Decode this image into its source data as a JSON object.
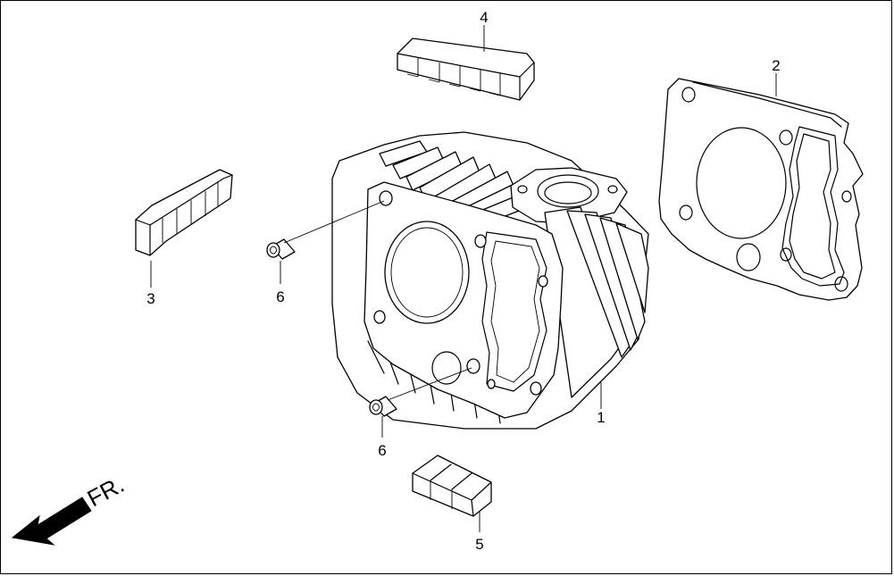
{
  "diagram": {
    "callouts": [
      {
        "id": "part-1",
        "number": "1"
      },
      {
        "id": "part-2",
        "number": "2"
      },
      {
        "id": "part-3",
        "number": "3"
      },
      {
        "id": "part-4",
        "number": "4"
      },
      {
        "id": "part-5",
        "number": "5"
      },
      {
        "id": "part-6a",
        "number": "6"
      },
      {
        "id": "part-6b",
        "number": "6"
      }
    ],
    "direction": {
      "label": "FR."
    },
    "colors": {
      "line": "#000000",
      "background": "#ffffff"
    }
  }
}
